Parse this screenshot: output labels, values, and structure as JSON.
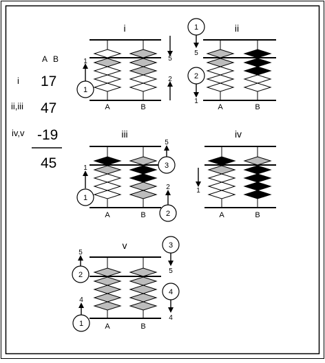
{
  "summary": {
    "col_a": "A",
    "col_b": "B",
    "rows": [
      {
        "label": "i",
        "value": "17"
      },
      {
        "label": "ii,iii",
        "value": "47"
      },
      {
        "label": "iv,v",
        "value": "-19"
      }
    ],
    "result": "45"
  },
  "panels": [
    {
      "title": "i",
      "rod_labels": [
        "A",
        "B"
      ],
      "upper_beads": [
        [
          "white"
        ],
        [
          "gray"
        ]
      ],
      "lower_beads": [
        [
          "gray",
          "white",
          "white",
          "white"
        ],
        [
          "gray",
          "gray",
          "white",
          "white"
        ]
      ],
      "annotations": [
        {
          "text": "1",
          "kind": "plain"
        },
        {
          "text": "1",
          "kind": "circle"
        },
        {
          "text": "5",
          "kind": "plain"
        },
        {
          "text": "2",
          "kind": "plain"
        }
      ]
    },
    {
      "title": "ii",
      "rod_labels": [
        "A",
        "B"
      ],
      "upper_beads": [
        [
          "gray"
        ],
        [
          "black"
        ]
      ],
      "lower_beads": [
        [
          "gray",
          "white",
          "white",
          "white"
        ],
        [
          "black",
          "black",
          "white",
          "white"
        ]
      ],
      "annotations": [
        {
          "text": "1",
          "kind": "circle"
        },
        {
          "text": "5",
          "kind": "plain"
        },
        {
          "text": "2",
          "kind": "circle"
        },
        {
          "text": "1",
          "kind": "plain"
        }
      ]
    },
    {
      "title": "iii",
      "rod_labels": [
        "A",
        "B"
      ],
      "upper_beads": [
        [
          "black"
        ],
        [
          "gray"
        ]
      ],
      "lower_beads": [
        [
          "gray",
          "white",
          "white",
          "white"
        ],
        [
          "black",
          "black",
          "gray",
          "gray"
        ]
      ],
      "annotations": [
        {
          "text": "5",
          "kind": "plain"
        },
        {
          "text": "3",
          "kind": "circle"
        },
        {
          "text": "1",
          "kind": "plain"
        },
        {
          "text": "1",
          "kind": "circle"
        },
        {
          "text": "2",
          "kind": "plain"
        },
        {
          "text": "2",
          "kind": "circle"
        }
      ]
    },
    {
      "title": "iv",
      "rod_labels": [
        "A",
        "B"
      ],
      "upper_beads": [
        [
          "black"
        ],
        [
          "gray"
        ]
      ],
      "lower_beads": [
        [
          "gray",
          "white",
          "white",
          "white"
        ],
        [
          "black",
          "black",
          "black",
          "black"
        ]
      ],
      "annotations": [
        {
          "text": "1",
          "kind": "plain"
        }
      ]
    },
    {
      "title": "v",
      "rod_labels": [
        "A",
        "B"
      ],
      "upper_beads": [
        [
          "gray"
        ],
        [
          "gray"
        ]
      ],
      "lower_beads": [
        [
          "gray",
          "gray",
          "gray",
          "gray"
        ],
        [
          "gray",
          "gray",
          "gray",
          "gray"
        ]
      ],
      "annotations": [
        {
          "text": "5",
          "kind": "plain"
        },
        {
          "text": "2",
          "kind": "circle"
        },
        {
          "text": "4",
          "kind": "plain"
        },
        {
          "text": "1",
          "kind": "circle"
        },
        {
          "text": "3",
          "kind": "circle"
        },
        {
          "text": "5",
          "kind": "plain"
        },
        {
          "text": "4",
          "kind": "circle"
        },
        {
          "text": "4",
          "kind": "plain"
        }
      ]
    }
  ],
  "colors": {
    "white": "#ffffff",
    "gray": "#bdbdbd",
    "black": "#000000",
    "ink": "#000000"
  }
}
